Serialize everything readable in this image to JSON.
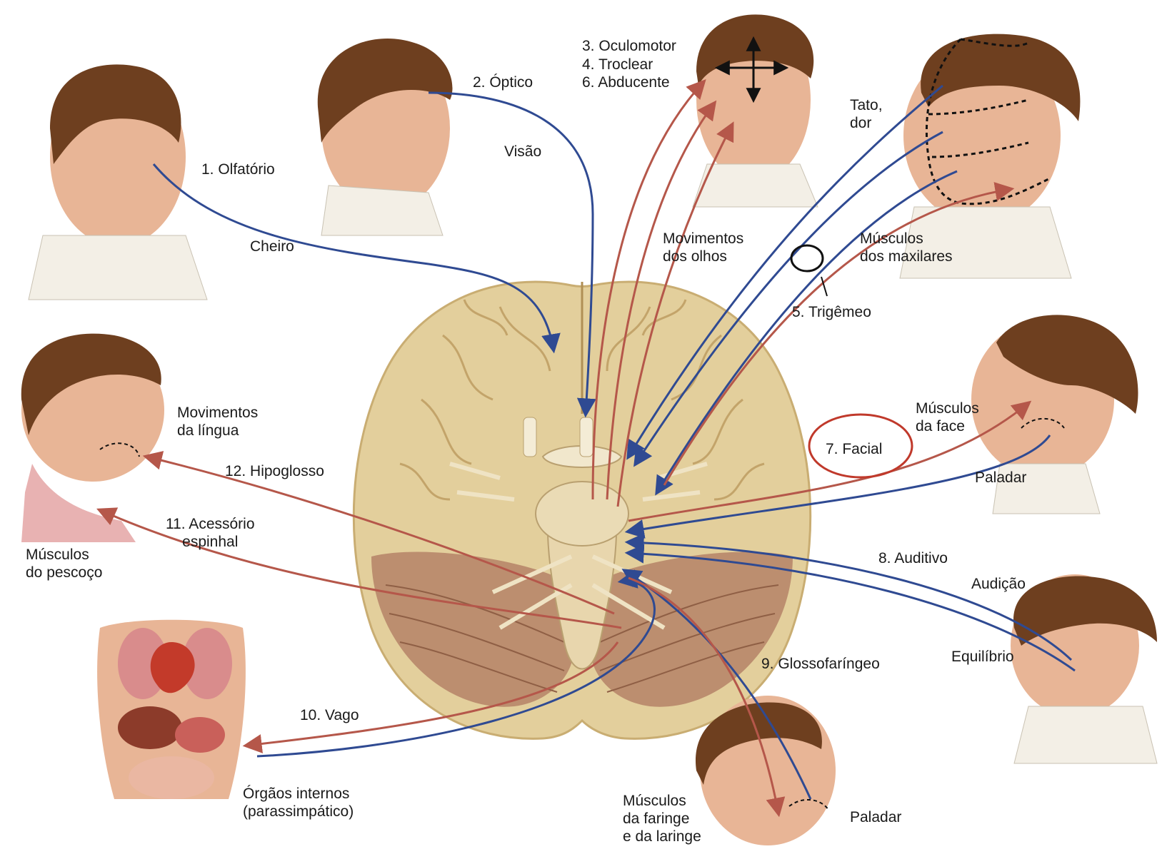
{
  "labels": {
    "olfatorio": "1. Olfatório",
    "cheiro": "Cheiro",
    "optico": "2. Óptico",
    "visao": "Visão",
    "oculomotor": "3. Oculomotor",
    "troclear": "4. Troclear",
    "abducente": "6. Abducente",
    "movimentos_olhos": "Movimentos\ndos olhos",
    "tato_dor": "Tato,\ndor",
    "musculos_maxilares": "Músculos\ndos maxilares",
    "trigemeo": "5. Trigêmeo",
    "movimentos_lingua": "Movimentos\nda língua",
    "hipoglosso": "12. Hipoglosso",
    "acessorio": "11. Acessório\nespinhal",
    "musculos_pescoco": "Músculos\ndo pescoço",
    "musculos_face": "Músculos\nda face",
    "facial": "7. Facial",
    "paladar_face": "Paladar",
    "auditivo": "8. Auditivo",
    "audicao": "Audição",
    "equilibrio": "Equilíbrio",
    "glossofaringeo": "9. Glossofaríngeo",
    "vago": "10. Vago",
    "orgaos_internos": "Órgãos internos\n(parassimpático)",
    "musculos_faringe": "Músculos\nda faringe\ne da laringe",
    "paladar_faringe": "Paladar"
  },
  "colors": {
    "sensory_nerve": "#2f4a92",
    "motor_nerve": "#b5574a",
    "highlight_ring": "#c0392b",
    "brain": "#e3cf9c",
    "cerebellum": "#b7866a",
    "skin": "#e8b596",
    "hair": "#6e3f1f"
  }
}
